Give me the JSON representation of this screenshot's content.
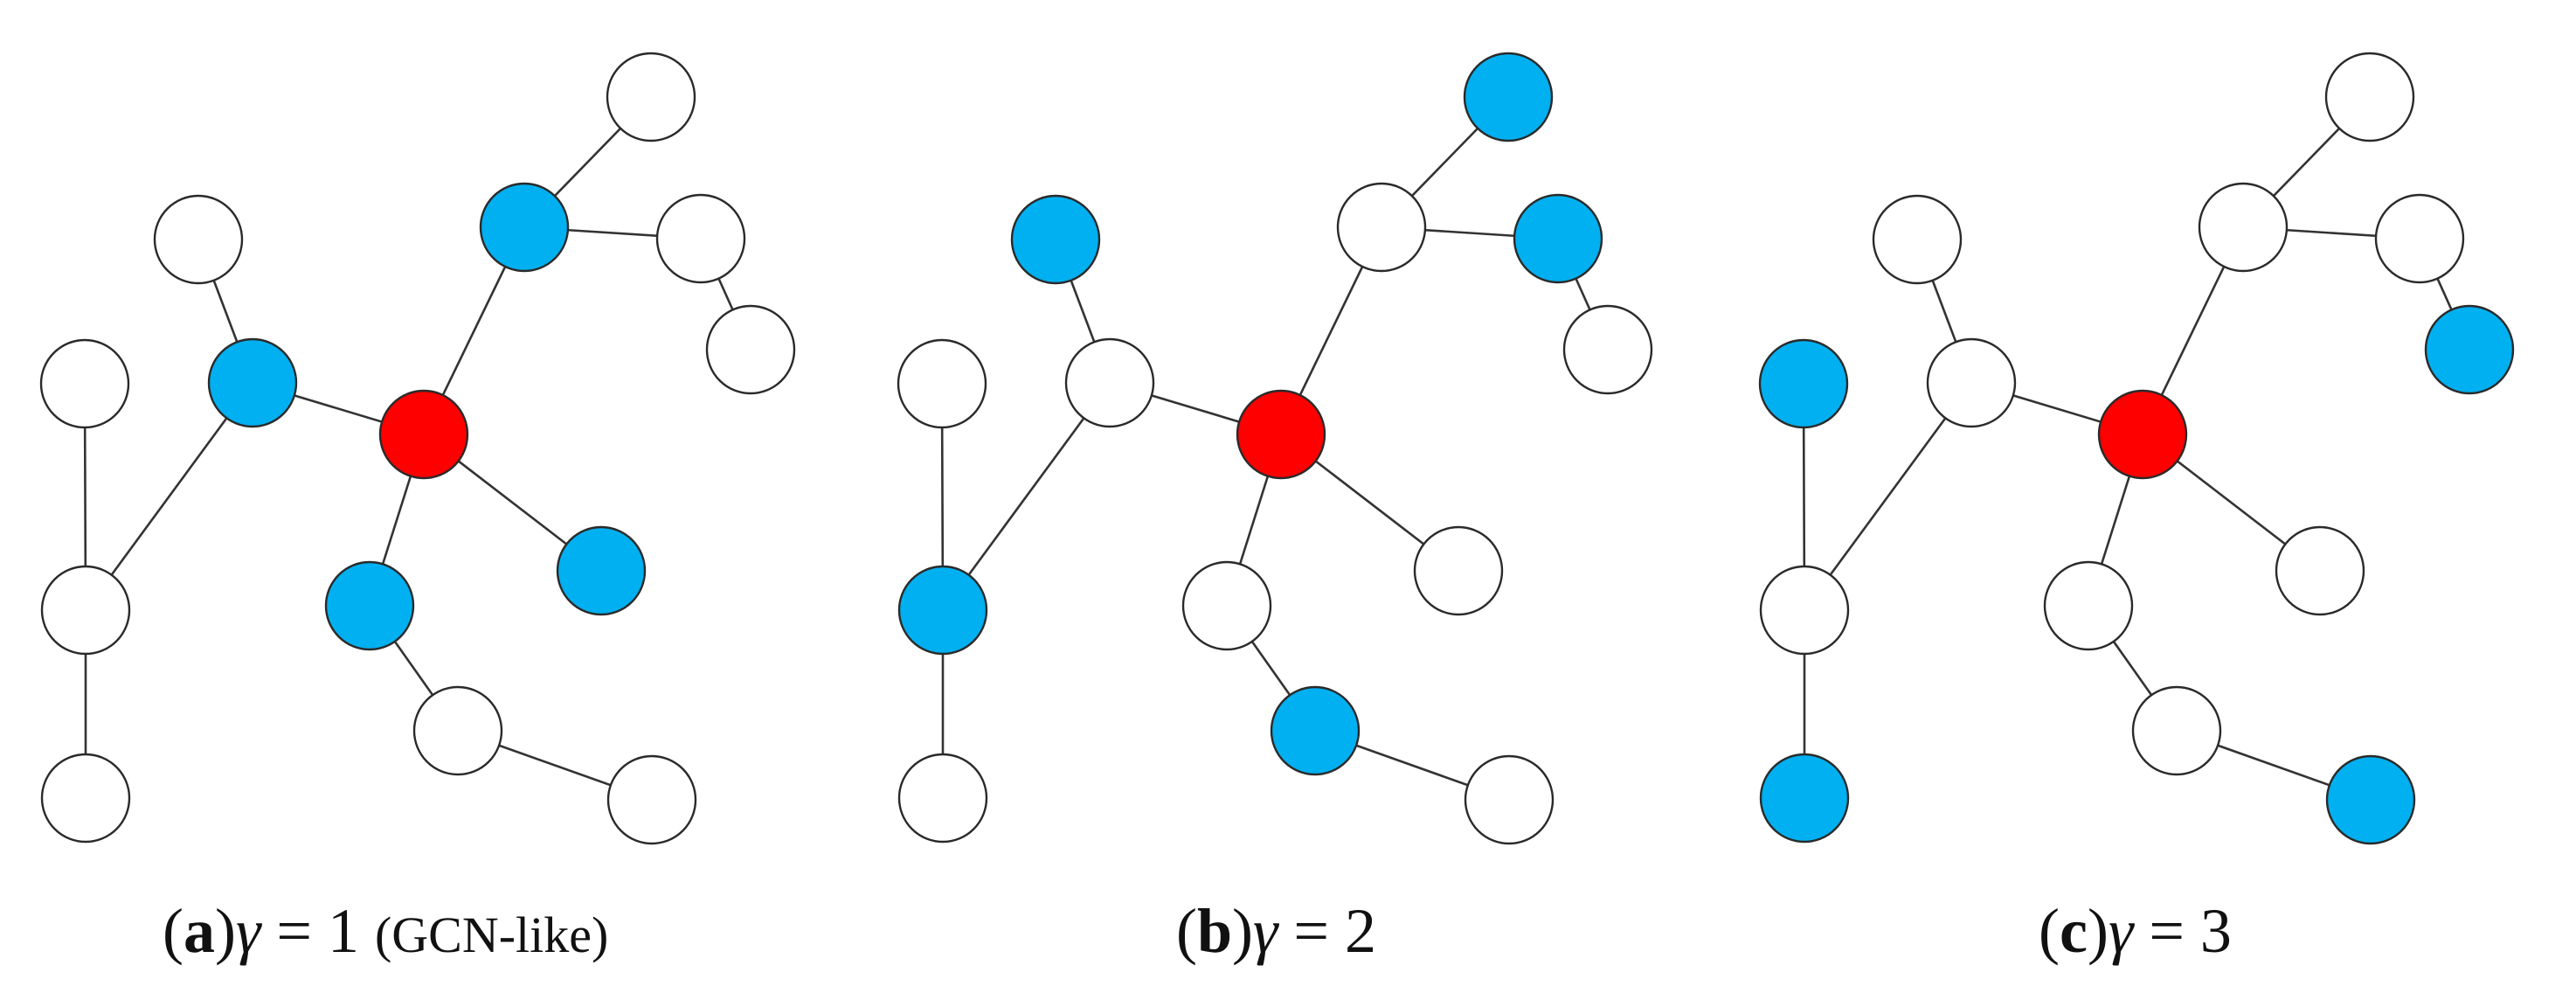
{
  "colors": {
    "target": "#ff0000",
    "selected": "#00b0f0",
    "other": "#ffffff",
    "edge": "#333333"
  },
  "panels": [
    {
      "caption": {
        "open": "(",
        "letter": "a",
        "close": ")",
        "gamma": "γ",
        "equals": " = 1 ",
        "suffix": "(GCN-like)"
      },
      "highlight_hop": 1
    },
    {
      "caption": {
        "open": "(",
        "letter": "b",
        "close": ")",
        "gamma": "γ",
        "equals": " = 2",
        "suffix": ""
      },
      "highlight_hop": 2
    },
    {
      "caption": {
        "open": "(",
        "letter": "c",
        "close": ")",
        "gamma": "γ",
        "equals": " = 3",
        "suffix": ""
      },
      "highlight_hop": 3
    }
  ],
  "graph": {
    "center_node": "c",
    "nodes": [
      "c",
      "n1",
      "n2",
      "n3",
      "n4",
      "n5",
      "n6",
      "n7",
      "n8",
      "n9",
      "n10",
      "n11",
      "n12",
      "n13",
      "n14"
    ],
    "edges": [
      [
        "c",
        "n1"
      ],
      [
        "c",
        "n5"
      ],
      [
        "c",
        "n9"
      ],
      [
        "c",
        "n10"
      ],
      [
        "n1",
        "n2"
      ],
      [
        "n1",
        "n3"
      ],
      [
        "n3",
        "n4"
      ],
      [
        "n3",
        "n7"
      ],
      [
        "n7",
        "n8"
      ],
      [
        "n5",
        "n6"
      ],
      [
        "n5",
        "n11"
      ],
      [
        "n11",
        "n12"
      ],
      [
        "n10",
        "n13"
      ],
      [
        "n13",
        "n14"
      ]
    ]
  }
}
